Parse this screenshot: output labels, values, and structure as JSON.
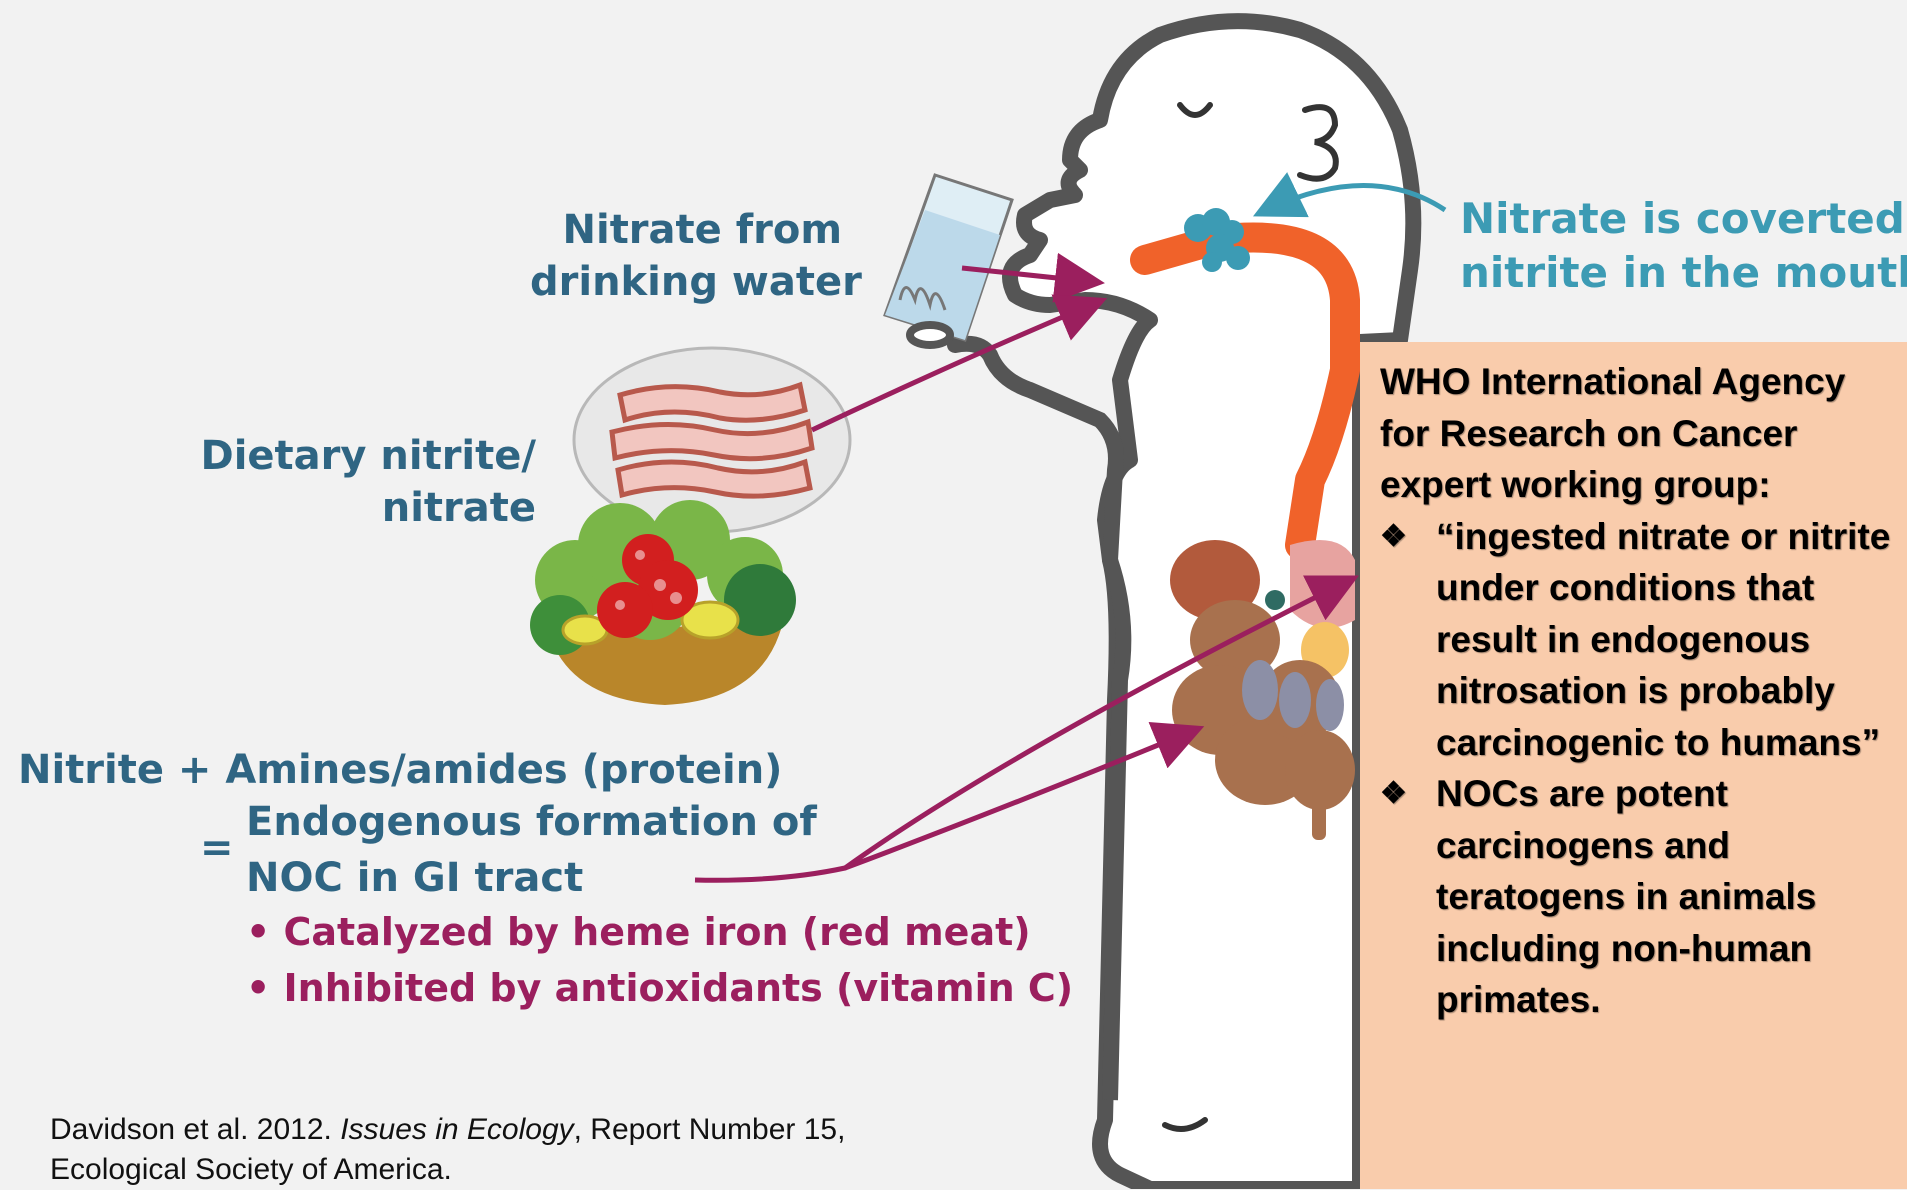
{
  "labels": {
    "water_line1": "Nitrate from",
    "water_line2": "drinking water",
    "mouth_line1": "Nitrate is coverted to",
    "mouth_line2": "nitrite in the mouth",
    "diet_line1": "Dietary nitrite/",
    "diet_line2": "nitrate",
    "equation_line1": "Nitrite + Amines/amides (protein)",
    "equals_sign": "=",
    "equation_line2": "Endogenous formation of",
    "equation_line3": "NOC in GI tract",
    "bullet1": "Catalyzed by heme iron (red meat)",
    "bullet2": "Inhibited by antioxidants (vitamin C)",
    "bullet_mark": "•"
  },
  "who_box": {
    "heading": "WHO International Agency for Research on Cancer expert working group:",
    "bullet_mark": "❖",
    "points": [
      "“ingested nitrate or nitrite under conditions that result in endogenous nitrosation is probably carcinogenic to humans”",
      "NOCs are potent carcinogens and teratogens in animals including non-human primates."
    ]
  },
  "citation": {
    "authors": "Davidson et al. 2012. ",
    "journal": "Issues in Ecology",
    "rest": ", Report Number 15,",
    "line2": "Ecological Society of America."
  },
  "colors": {
    "background": "#f2f2f2",
    "label_blue": "#2f6583",
    "label_teal": "#3c9bb4",
    "arrow_magenta": "#9b1f5e",
    "esophagus_orange": "#f0622a",
    "who_box": "#f9ccac"
  },
  "icons": [
    "glass-of-water-icon",
    "bacon-plate-icon",
    "salad-bowl-icon",
    "human-figure-illustration"
  ]
}
